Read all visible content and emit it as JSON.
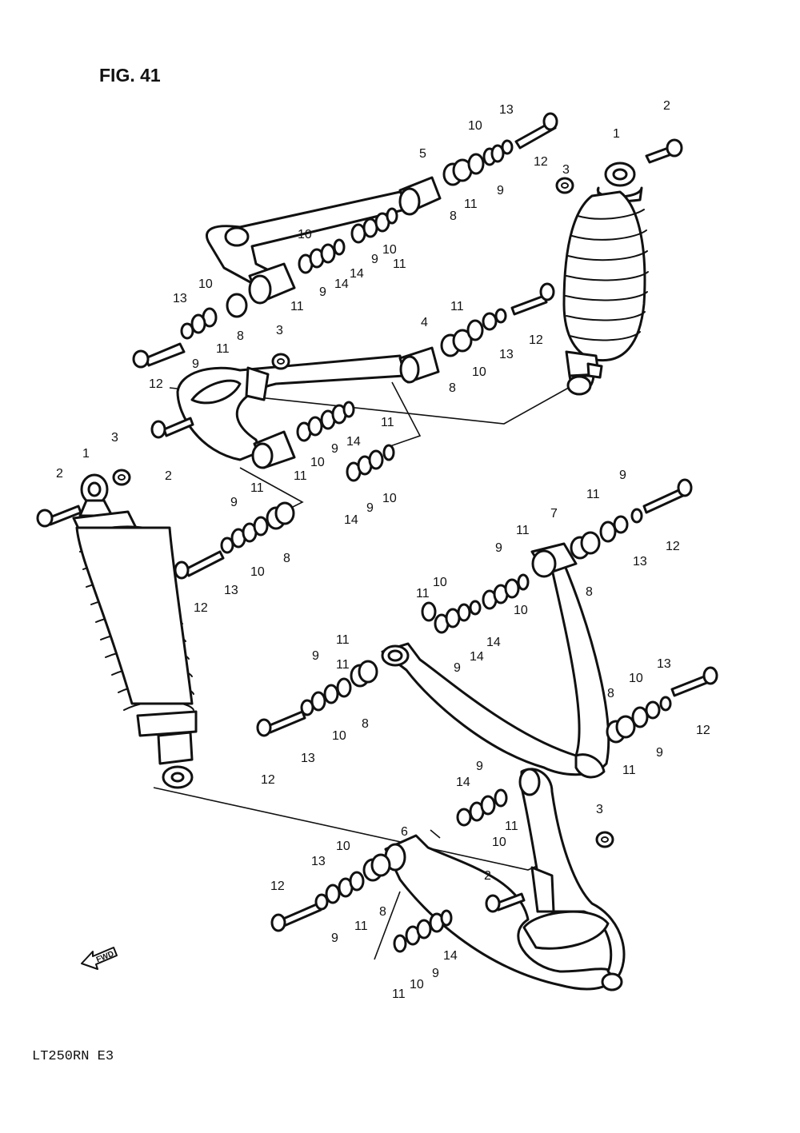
{
  "figure_title": "FIG. 41",
  "model_code": "LT250RN  E3",
  "fwd_label": "FWD",
  "callouts": {
    "c01": "13",
    "c02": "10",
    "c03": "2",
    "c04": "1",
    "c05": "5",
    "c06": "12",
    "c07": "3",
    "c08": "11",
    "c09": "9",
    "c10": "8",
    "c11": "10",
    "c12": "9",
    "c13": "14",
    "c14": "14",
    "c15": "10",
    "c16": "11",
    "c17": "11",
    "c18": "13",
    "c19": "10",
    "c20": "9",
    "c21": "8",
    "c22": "11",
    "c23": "12",
    "c24": "9",
    "c25": "11",
    "c26": "3",
    "c27": "4",
    "c28": "12",
    "c29": "8",
    "c30": "13",
    "c31": "10",
    "c32": "2",
    "c33": "10",
    "c34": "9",
    "c35": "14",
    "c36": "11",
    "c37": "11",
    "c38": "14",
    "c39": "9",
    "c40": "10",
    "c41": "3",
    "c42": "1",
    "c43": "2",
    "c44": "9",
    "c45": "11",
    "c46": "8",
    "c47": "12",
    "c48": "13",
    "c49": "10",
    "c50": "7",
    "c51": "11",
    "c52": "9",
    "c53": "11",
    "c54": "12",
    "c55": "8",
    "c56": "13",
    "c57": "9",
    "c58": "11",
    "c59": "10",
    "c60": "11",
    "c61": "14",
    "c62": "10",
    "c63": "9",
    "c64": "14",
    "c65": "9",
    "c66": "11",
    "c67": "8",
    "c68": "10",
    "c69": "13",
    "c70": "13",
    "c71": "10",
    "c72": "12",
    "c73": "9",
    "c74": "8",
    "c75": "11",
    "c76": "12",
    "c77": "9",
    "c78": "14",
    "c79": "11",
    "c80": "10",
    "c81": "3",
    "c82": "6",
    "c83": "13",
    "c84": "10",
    "c85": "12",
    "c86": "2",
    "c87": "8",
    "c88": "11",
    "c89": "9",
    "c90": "14",
    "c91": "11",
    "c92": "10",
    "c93": "9"
  }
}
